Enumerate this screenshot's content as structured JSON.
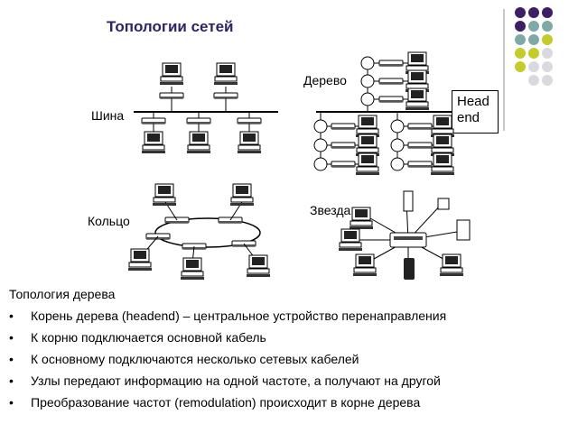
{
  "title": "Топологии сетей",
  "labels": {
    "bus": "Шина",
    "tree": "Дерево",
    "ring": "Кольцо",
    "star": "Звезда",
    "headend_line1": "Head",
    "headend_line2": "end"
  },
  "decor_colors": {
    "purple": "#3f1f63",
    "teal": "#7fa9a6",
    "lime": "#c4cc2a",
    "gray": "#d9d9e0"
  },
  "section": {
    "subtitle": "Топология дерева",
    "bullet_symbol": "•",
    "bullets": [
      "Корень дерева (headend) – центральное устройство перенаправления",
      "К корню подключается основной кабель",
      "К основному подключаются несколько сетевых кабелей",
      "Узлы передают информацию на одной частоте, а получают на другой",
      "Преобразование частот (remodulation) происходит в корне дерева"
    ]
  }
}
